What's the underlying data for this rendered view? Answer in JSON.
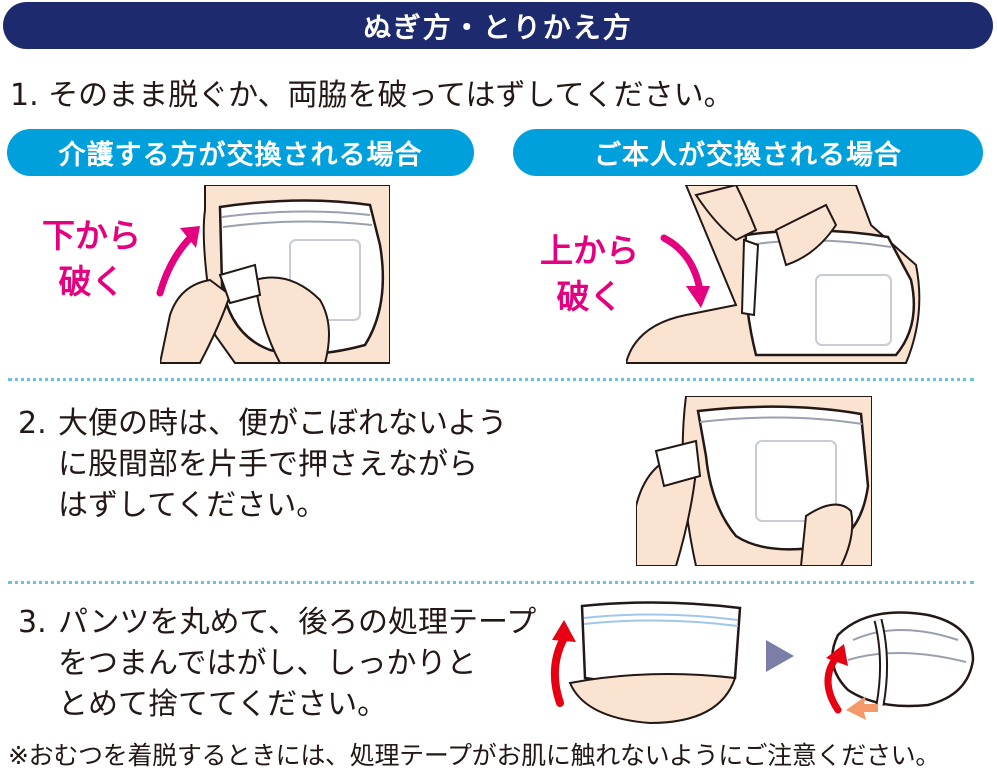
{
  "header": {
    "title": "ぬぎ方・とりかえ方"
  },
  "step1": {
    "text": "1. そのまま脱ぐか、両脇を破ってはずしてください。"
  },
  "cases": {
    "caregiver": {
      "label": "介護する方が交換される場合",
      "tear_line1": "下から",
      "tear_line2": "破く"
    },
    "self": {
      "label": "ご本人が交換される場合",
      "tear_line1": "上から",
      "tear_line2": "破く"
    }
  },
  "step2": {
    "number": "2.",
    "lines": [
      "大便の時は、便がこぼれないよう",
      "に股間部を片手で押さえながら",
      "はずしてください。"
    ]
  },
  "step3": {
    "number": "3.",
    "lines": [
      "パンツを丸めて、後ろの処理テープ",
      "をつまんではがし、しっかりと",
      "とめて捨ててください。"
    ]
  },
  "note": {
    "text": "※おむつを着脱するときには、処理テープがお肌に触れないようにご注意ください。"
  },
  "colors": {
    "header_bg": "#1d2a6e",
    "pill_bg": "#00a0dc",
    "tear_text": "#e4007f",
    "divider": "#63c4e6",
    "skin": "#fbe3d2",
    "arrow_red": "#e60012",
    "arrow_orange": "#f39a6b",
    "triangle": "#7b7fa8"
  }
}
